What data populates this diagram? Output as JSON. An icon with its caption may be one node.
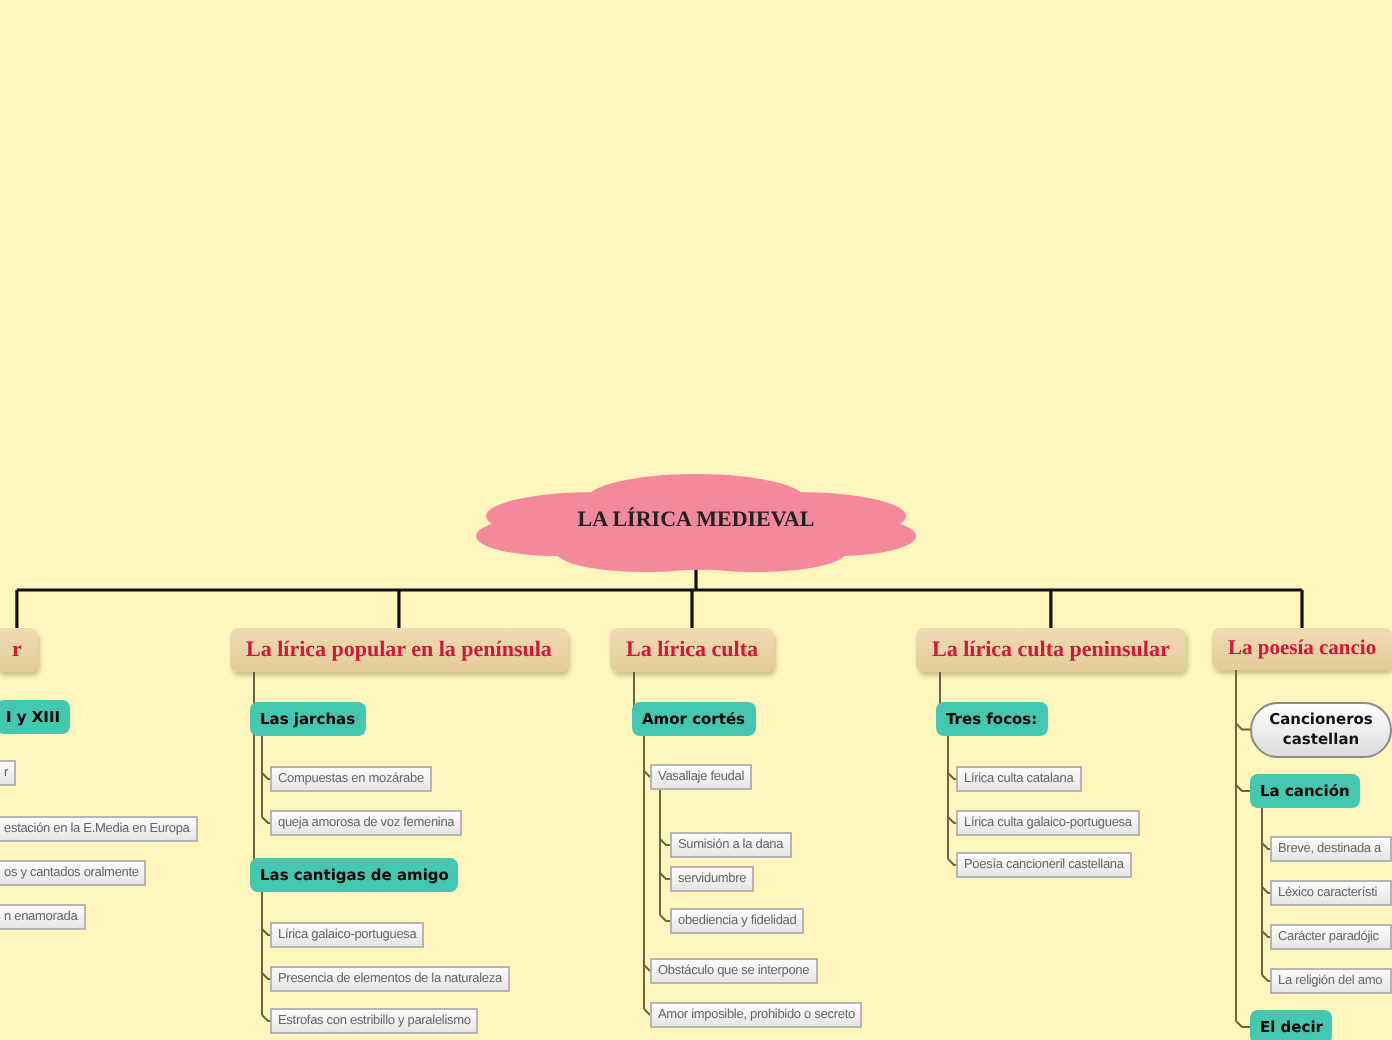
{
  "diagram": {
    "nodes": [
      {
        "text": [
          "LA LÍRICA MEDIEVAL"
        ]
      },
      {
        "text": [
          "r"
        ]
      },
      {
        "text": [
          "I y XIII"
        ]
      },
      {
        "text": [
          "r"
        ]
      },
      {
        "text": [
          "estación en la E.Media en Europa"
        ]
      },
      {
        "text": [
          "os y cantados oralmente"
        ]
      },
      {
        "text": [
          "n enamorada"
        ]
      },
      {
        "text": [
          "La lírica popular en la península"
        ]
      },
      {
        "text": [
          "Las jarchas"
        ]
      },
      {
        "text": [
          "Compuestas en mozárabe"
        ]
      },
      {
        "text": [
          "queja amorosa de voz femenina"
        ]
      },
      {
        "text": [
          "Las cantigas de amigo"
        ]
      },
      {
        "text": [
          "Lírica galaico-portuguesa"
        ]
      },
      {
        "text": [
          "Presencia de elementos de la naturaleza"
        ]
      },
      {
        "text": [
          "Estrofas con estribillo y paralelismo"
        ]
      },
      {
        "text": [
          "La lírica culta"
        ]
      },
      {
        "text": [
          "Amor cortés"
        ]
      },
      {
        "text": [
          "Vasallaje feudal"
        ]
      },
      {
        "text": [
          "Sumisión a la dana"
        ]
      },
      {
        "text": [
          "servidumbre"
        ]
      },
      {
        "text": [
          "obediencia y fidelidad"
        ]
      },
      {
        "text": [
          "Obstáculo que se interpone"
        ]
      },
      {
        "text": [
          "Amor imposible, prohibido o secreto"
        ]
      },
      {
        "text": [
          "La lírica culta peninsular"
        ]
      },
      {
        "text": [
          "Tres focos:"
        ]
      },
      {
        "text": [
          "Lírica culta catalana"
        ]
      },
      {
        "text": [
          "Lírica culta galaico-portuguesa"
        ]
      },
      {
        "text": [
          "Poesía cancioneril castellana"
        ]
      },
      {
        "text": [
          "La poesía cancio"
        ]
      },
      {
        "text": [
          "Cancioneros castellan"
        ]
      },
      {
        "text": [
          "La canción"
        ]
      },
      {
        "text": [
          "Breve, destinada a"
        ]
      },
      {
        "text": [
          "Léxico característi"
        ]
      },
      {
        "text": [
          "Carácter paradójic"
        ]
      },
      {
        "text": [
          "La religión del amo"
        ]
      },
      {
        "text": [
          "El decir"
        ]
      }
    ],
    "edges": [
      {
        "from": 0,
        "to": 1,
        "arrow": "none",
        "color": "#111111"
      },
      {
        "from": 0,
        "to": 7,
        "arrow": "none",
        "color": "#111111"
      },
      {
        "from": 0,
        "to": 15,
        "arrow": "none",
        "color": "#111111"
      },
      {
        "from": 0,
        "to": 23,
        "arrow": "none",
        "color": "#111111"
      },
      {
        "from": 0,
        "to": 28,
        "arrow": "none",
        "color": "#111111"
      },
      {
        "from": 7,
        "to": 8,
        "arrow": "none"
      },
      {
        "from": 8,
        "to": 9,
        "arrow": "none"
      },
      {
        "from": 8,
        "to": 10,
        "arrow": "none"
      },
      {
        "from": 7,
        "to": 11,
        "arrow": "none"
      },
      {
        "from": 11,
        "to": 12,
        "arrow": "none"
      },
      {
        "from": 11,
        "to": 13,
        "arrow": "none"
      },
      {
        "from": 11,
        "to": 14,
        "arrow": "none"
      },
      {
        "from": 15,
        "to": 16,
        "arrow": "none"
      },
      {
        "from": 16,
        "to": 17,
        "arrow": "none"
      },
      {
        "from": 17,
        "to": 18,
        "arrow": "none"
      },
      {
        "from": 17,
        "to": 19,
        "arrow": "none"
      },
      {
        "from": 17,
        "to": 20,
        "arrow": "none"
      },
      {
        "from": 16,
        "to": 21,
        "arrow": "none"
      },
      {
        "from": 16,
        "to": 22,
        "arrow": "none"
      },
      {
        "from": 23,
        "to": 24,
        "arrow": "none"
      },
      {
        "from": 24,
        "to": 25,
        "arrow": "none"
      },
      {
        "from": 24,
        "to": 26,
        "arrow": "none"
      },
      {
        "from": 24,
        "to": 27,
        "arrow": "none"
      },
      {
        "from": 28,
        "to": 29,
        "arrow": "none"
      },
      {
        "from": 28,
        "to": 30,
        "arrow": "none"
      },
      {
        "from": 30,
        "to": 31,
        "arrow": "none"
      },
      {
        "from": 30,
        "to": 32,
        "arrow": "none"
      },
      {
        "from": 30,
        "to": 33,
        "arrow": "none"
      },
      {
        "from": 30,
        "to": 34,
        "arrow": "none"
      },
      {
        "from": 28,
        "to": 35,
        "arrow": "none"
      }
    ]
  }
}
